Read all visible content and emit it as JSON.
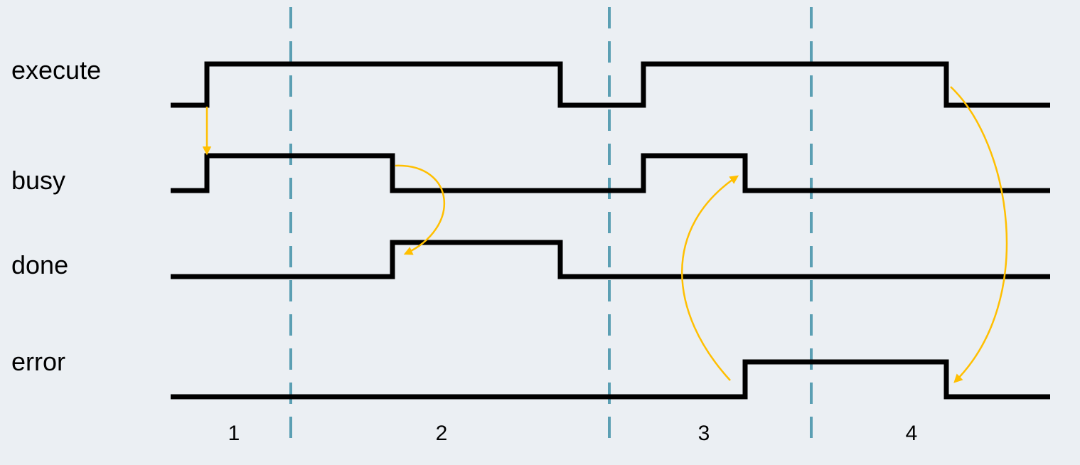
{
  "colors": {
    "background": "#ebeff3",
    "signal": "#000000",
    "phase_divider": "#5b9fb3",
    "arrow": "#ffbf00"
  },
  "signals": [
    {
      "name": "execute"
    },
    {
      "name": "busy"
    },
    {
      "name": "done"
    },
    {
      "name": "error"
    }
  ],
  "phases": [
    {
      "label": "1"
    },
    {
      "label": "2"
    },
    {
      "label": "3"
    },
    {
      "label": "4"
    }
  ],
  "arrows": [
    {
      "from": "execute",
      "to": "busy",
      "icon": "arrow-down"
    },
    {
      "from": "busy",
      "to": "done",
      "icon": "curved-arrow"
    },
    {
      "from": "error",
      "to": "busy",
      "icon": "curved-arrow"
    },
    {
      "from": "execute",
      "to": "error",
      "icon": "curved-arrow"
    }
  ]
}
